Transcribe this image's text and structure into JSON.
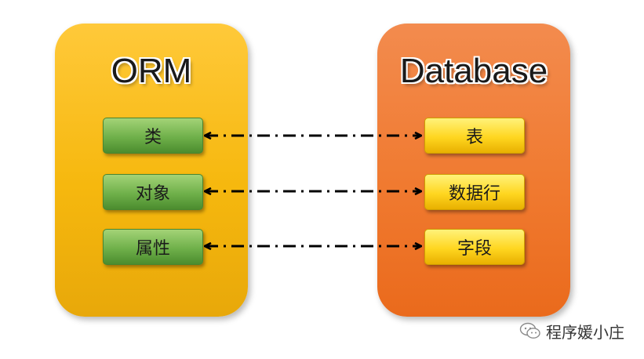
{
  "orm": {
    "title": "ORM",
    "items": [
      "类",
      "对象",
      "属性"
    ]
  },
  "database": {
    "title": "Database",
    "items": [
      "表",
      "数据行",
      "字段"
    ]
  },
  "watermark": {
    "text": "程序媛小庄",
    "icon": "wechat-icon"
  },
  "colors": {
    "orm_panel": "#f6b80e",
    "database_panel": "#f07a30",
    "orm_item": "#6fb04a",
    "database_item": "#ffd620",
    "connector": "#000000"
  }
}
